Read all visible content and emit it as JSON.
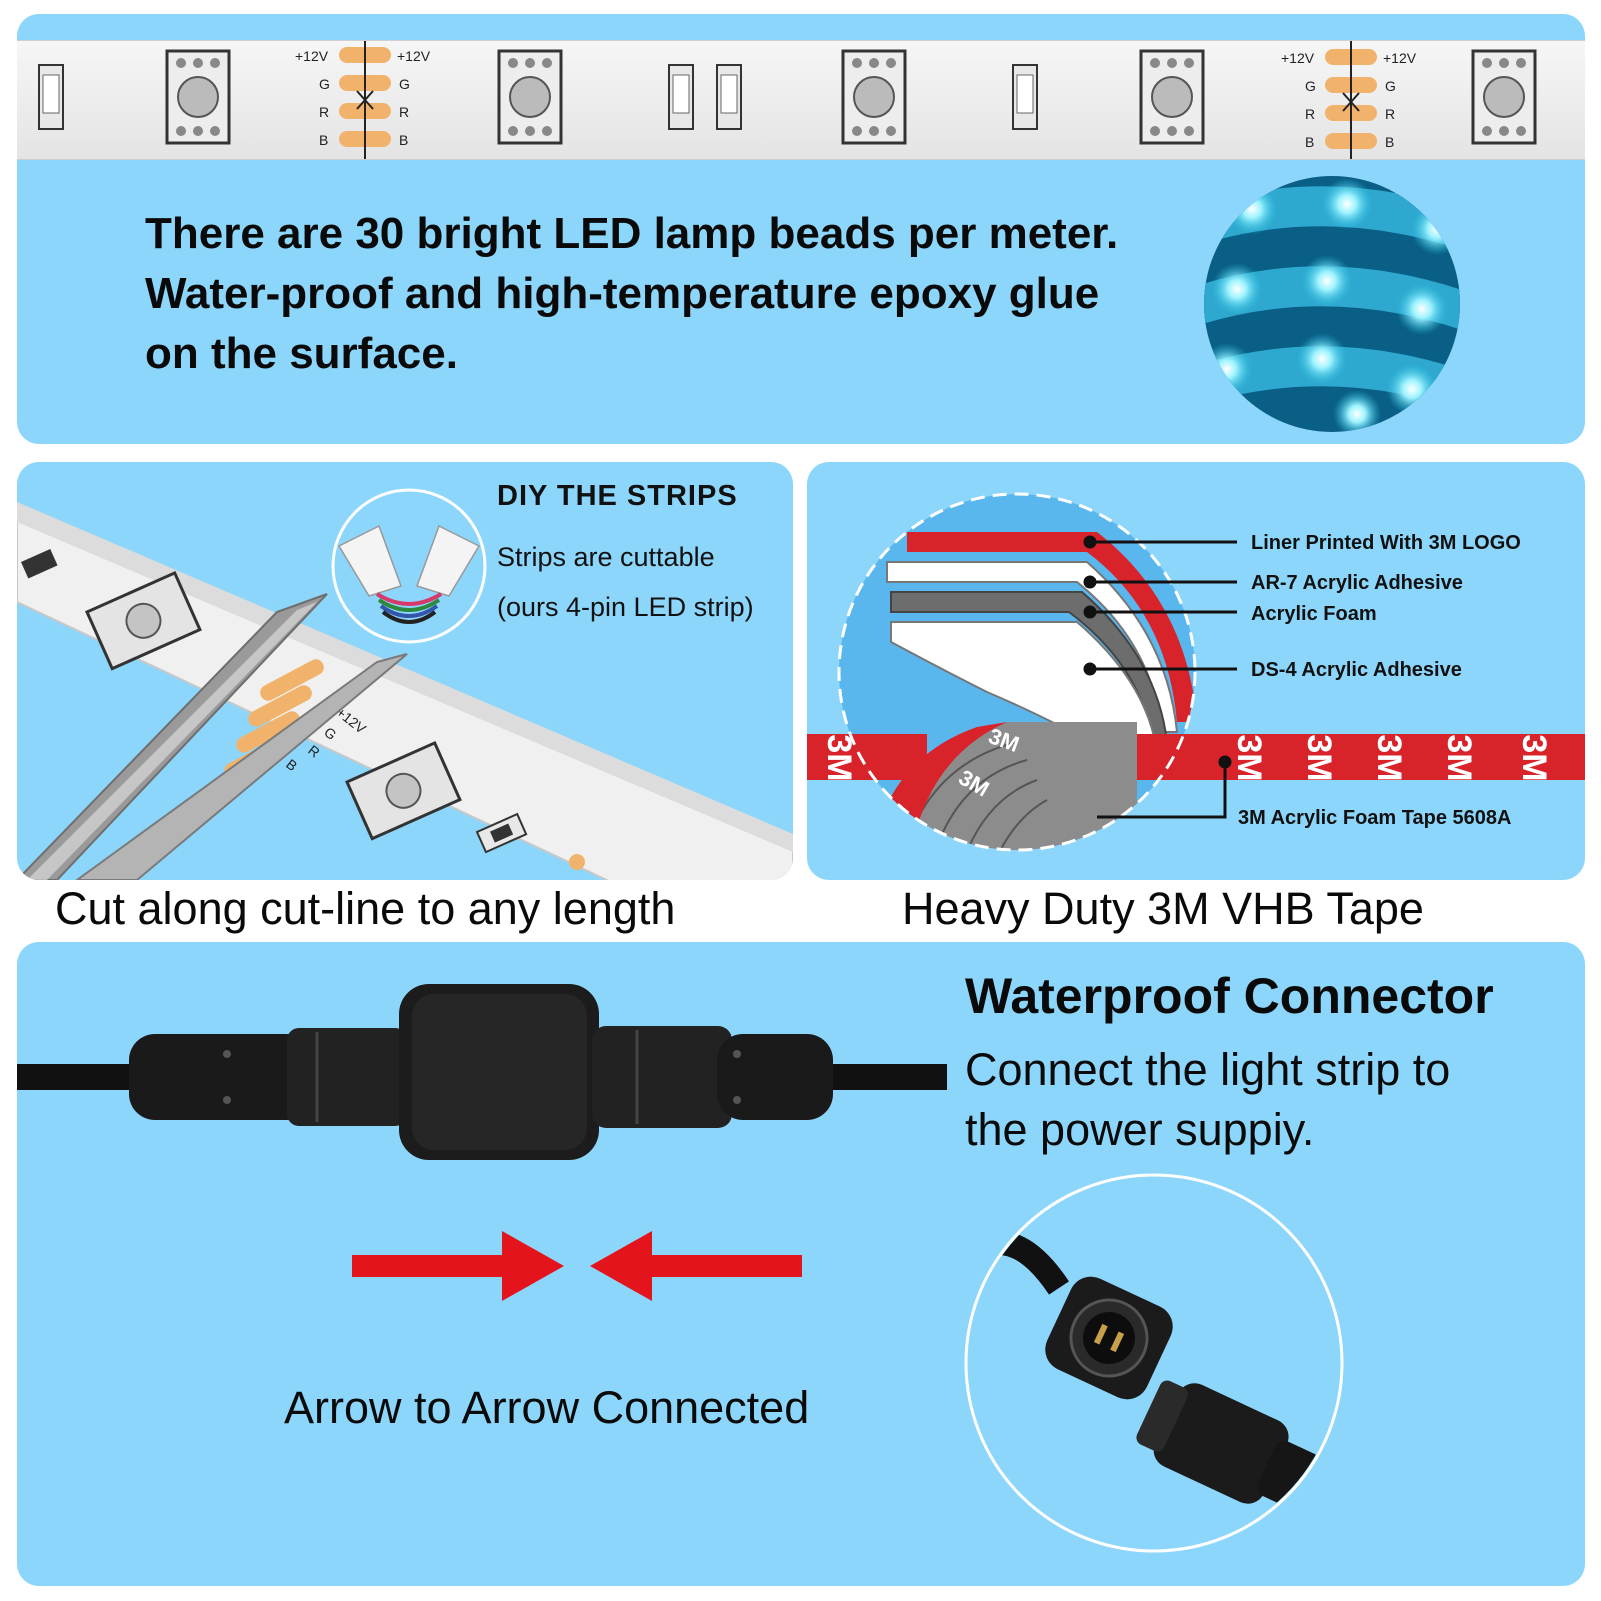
{
  "strip": {
    "pad_labels": [
      "+12V",
      "G",
      "R",
      "B"
    ]
  },
  "top_panel": {
    "lines": [
      "There are 30 bright LED lamp beads per meter.",
      "Water-proof and high-temperature epoxy glue",
      "on the surface."
    ]
  },
  "diy": {
    "title": "DIY THE STRIPS",
    "line1": "Strips are cuttable",
    "line2": "(ours 4-pin LED strip)",
    "strip_labels": [
      "+12V",
      "G",
      "R",
      "B"
    ]
  },
  "tape": {
    "labels": [
      "Liner Printed With 3M LOGO",
      "AR-7 Acrylic Adhesive",
      "Acrylic Foam",
      "DS-4 Acrylic Adhesive",
      "3M Acrylic Foam Tape 5608A"
    ],
    "logo_text": "3M"
  },
  "captions": {
    "cut": "Cut along cut-line to any length",
    "tape": "Heavy Duty 3M VHB Tape"
  },
  "connector": {
    "title": "Waterproof Connector",
    "desc_line1": "Connect the light strip to",
    "desc_line2": "the power suppiy.",
    "arrow_caption": "Arrow to Arrow Connected"
  },
  "colors": {
    "panel_bg": "#8dd6fb",
    "arrow_red": "#e3141b",
    "led_cyan": "#3fd6f0",
    "tape_red": "#d8232a",
    "pad_orange": "#f1b36b"
  }
}
